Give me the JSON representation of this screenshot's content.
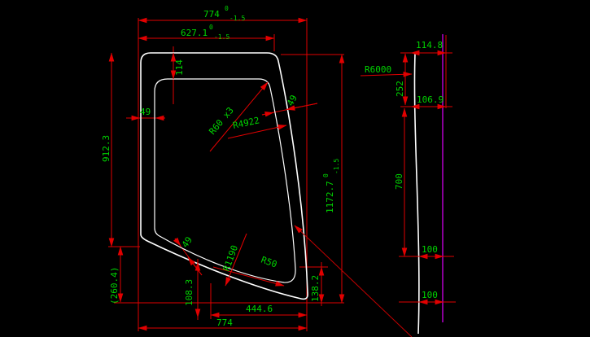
{
  "colors": {
    "background": "#000000",
    "dimension_line": "#e10000",
    "dimension_text": "#00d400",
    "part_outline": "#ffffff",
    "trim_line": "#c000d8"
  },
  "main_view": {
    "dims": {
      "top_width": {
        "value": "774",
        "tol_top": "0",
        "tol_bottom": "-1.5"
      },
      "upper_width": {
        "value": "627.1",
        "tol_top": "0",
        "tol_bottom": "-1.5"
      },
      "top_edge_inset": "114",
      "left_gap": "49",
      "right_gap": "49",
      "bottom_gap": "49",
      "left_height_upper": "912.3",
      "left_height_lower": "(260.4)",
      "right_height": {
        "value": "1172.7",
        "tol_top": "0",
        "tol_bottom": "-1.5"
      },
      "corner_radius_label": "R60 x3",
      "right_edge_radius_label": "R4922",
      "bottom_edge_radius_label": "R1190",
      "inner_corner_radius_label": "R50",
      "lower_inset": "108.3",
      "lower_right_height": "138.2",
      "bottom_width_partial": "444.6",
      "bottom_width": "774"
    }
  },
  "section_view": {
    "dims": {
      "top_width": "114.8",
      "surface_radius_label": "R6000",
      "upper_height": "252",
      "mid_width": "106.9",
      "center_height": "700",
      "lower_gap_upper": "100",
      "lower_gap_bottom": "100"
    }
  }
}
